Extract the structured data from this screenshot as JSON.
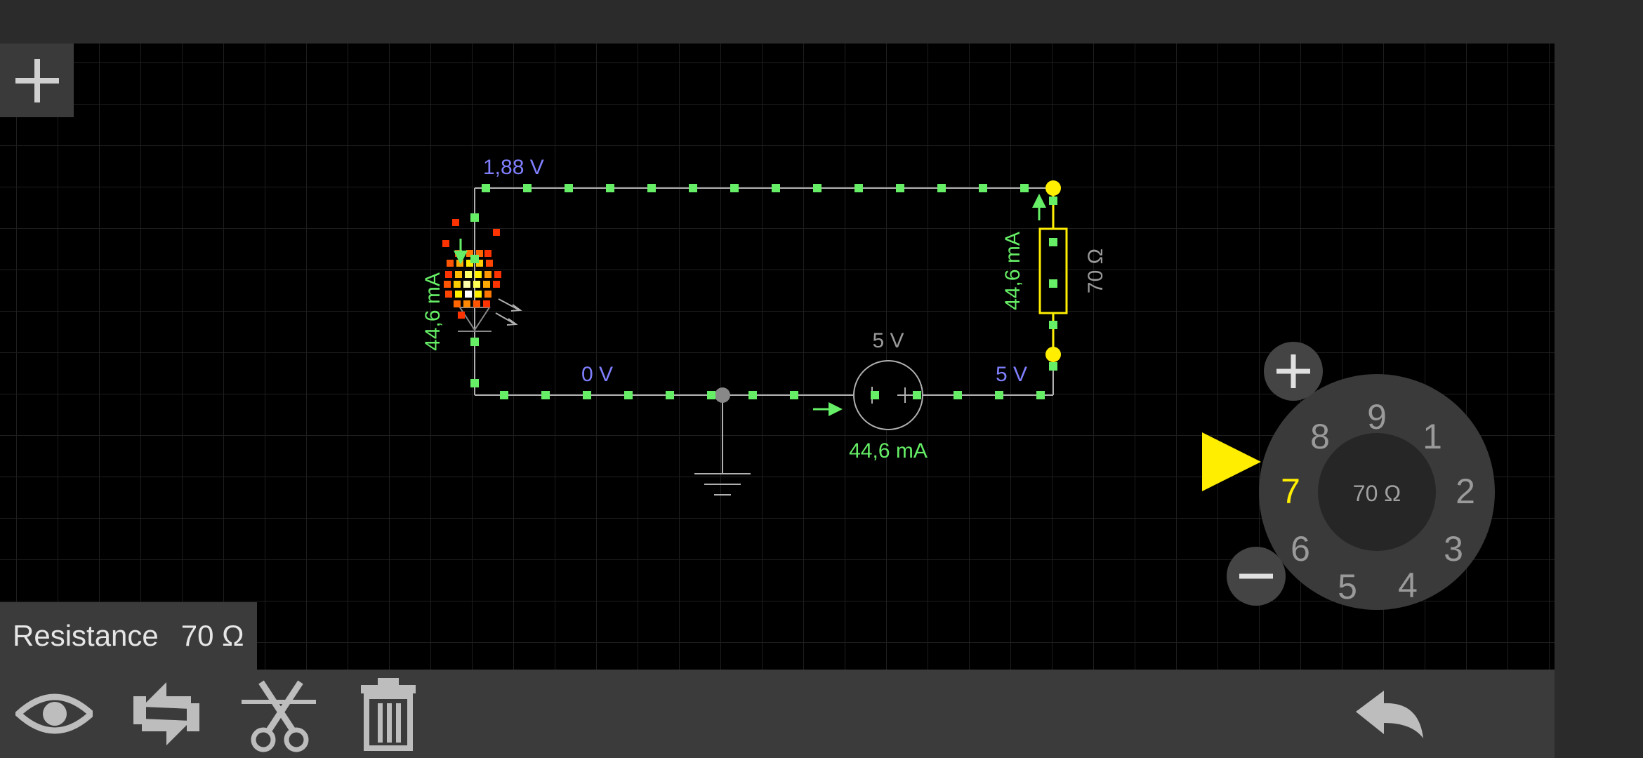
{
  "toolbar": {
    "add": "add-component",
    "view": "eye-icon",
    "rotate": "rotate-icon",
    "cut": "scissors-icon",
    "delete": "trash-icon",
    "undo": "undo-icon"
  },
  "property": {
    "label": "Resistance",
    "value": "70 Ω"
  },
  "circuit": {
    "node_top_left_voltage": "1,88 V",
    "node_bottom_left_voltage": "0 V",
    "node_bottom_right_voltage": "5 V",
    "source_voltage": "5 V",
    "source_current": "44,6 mA",
    "led_current": "44,6 mA",
    "resistor_current": "44,6 mA",
    "resistor_value": "70 Ω"
  },
  "dial": {
    "center": "70 Ω",
    "digits": [
      "9",
      "1",
      "2",
      "3",
      "4",
      "5",
      "6",
      "7",
      "8"
    ],
    "selected": "7",
    "colors": {
      "selected": "#ffee00",
      "digit": "#9a9a9a",
      "ring": "#3a3a3a",
      "center": "#262626"
    }
  },
  "colors": {
    "wire": "#b0b0b0",
    "dot": "#66ee66",
    "current": "#66ee66",
    "voltage": "#8080ff",
    "selected": "#ffee00"
  }
}
